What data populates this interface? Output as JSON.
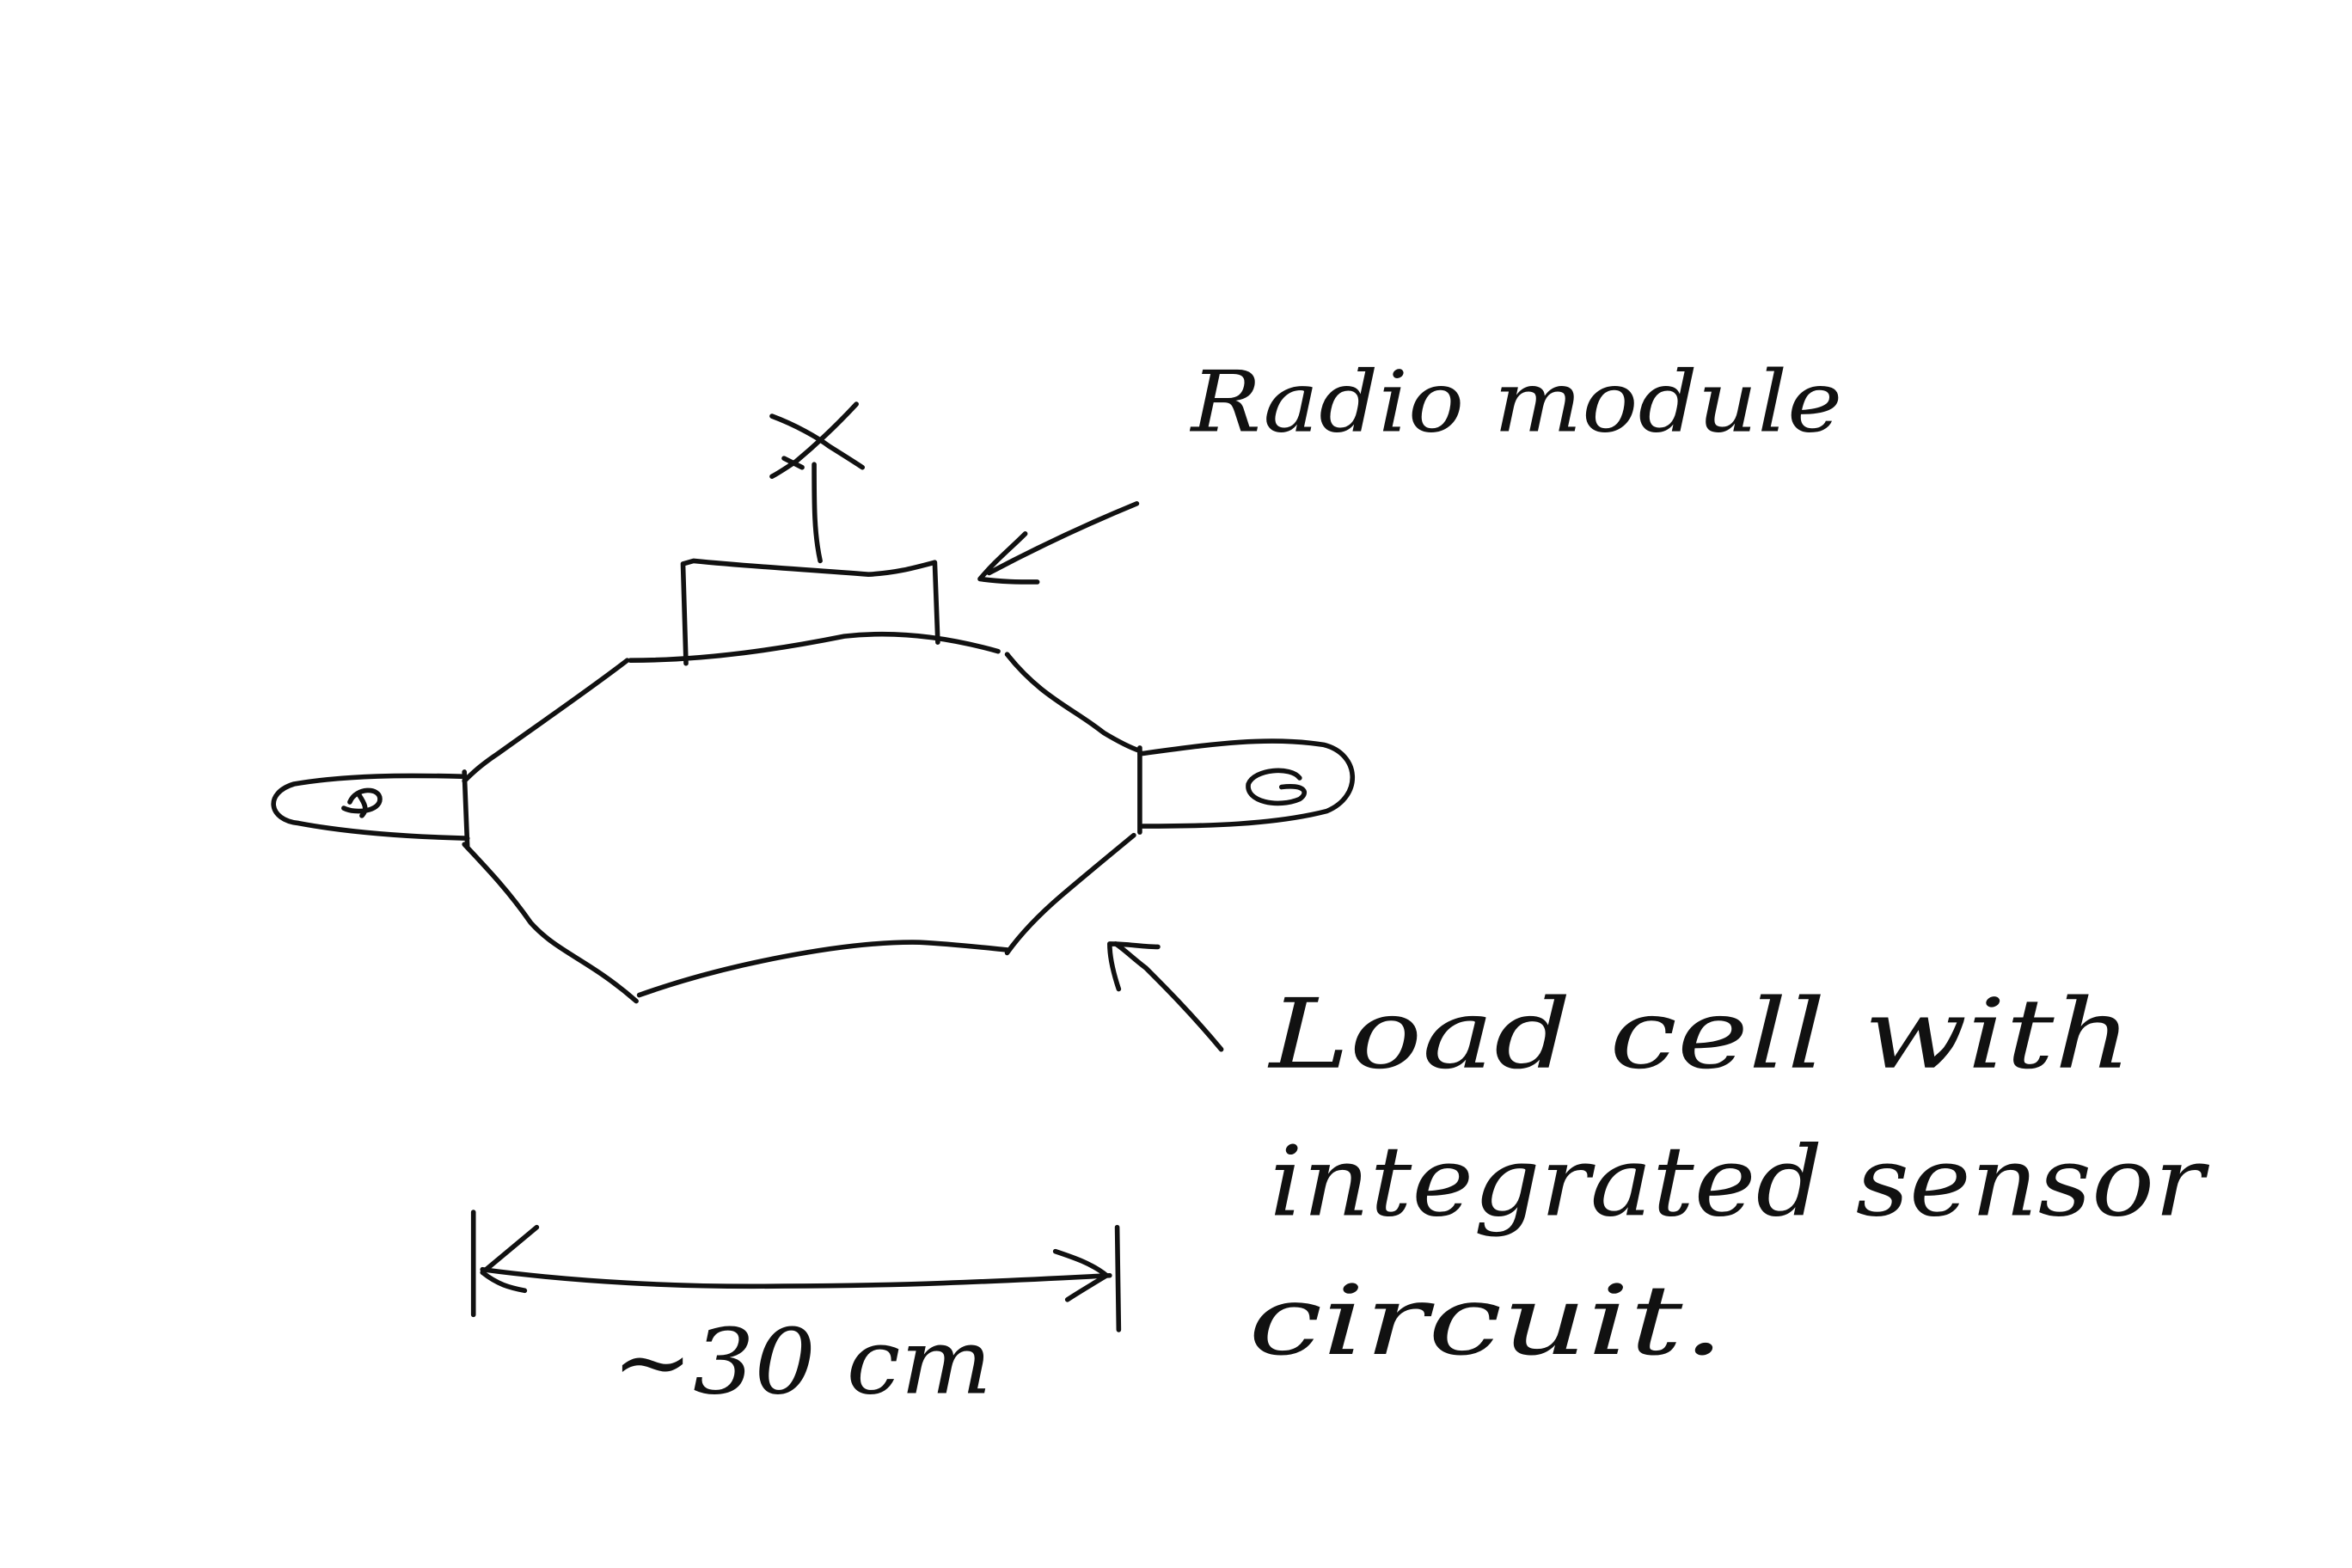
{
  "colors": {
    "background": "#ffffff",
    "ink": "#111111"
  },
  "labels": {
    "radio_module": "Radio module",
    "load_cell_line1": "Load cell with",
    "load_cell_line2": "integrated sensor",
    "load_cell_line3": "circuit.",
    "dimension": "~30 cm"
  }
}
